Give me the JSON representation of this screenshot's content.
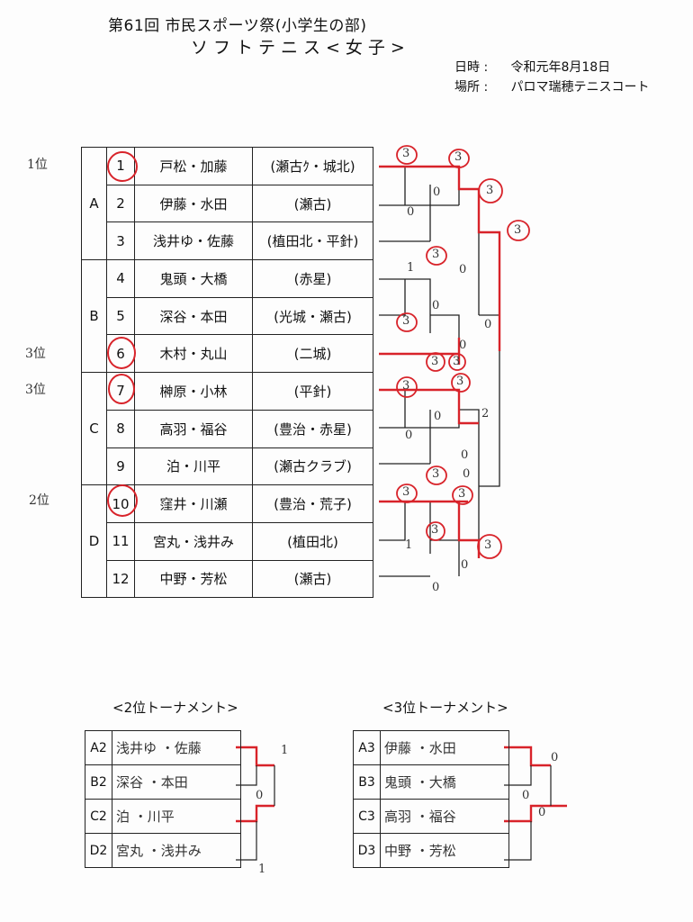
{
  "header": {
    "title_line1": "第61回  市民スポーツ祭(小学生の部)",
    "title_line2": "ソフトテニス<女子>",
    "date_label": "日時 :",
    "date_value": "令和元年8月18日",
    "place_label": "場所 :",
    "place_value": "パロマ瑞穂テニスコート"
  },
  "rank_notes": {
    "first": "1位",
    "third_a": "3位",
    "third_b": "3位",
    "second": "2位"
  },
  "groups": [
    "A",
    "B",
    "C",
    "D"
  ],
  "players": [
    {
      "num": "1",
      "names": "戸松・加藤",
      "school": "(瀬古ｸ・城北)",
      "circled": true
    },
    {
      "num": "2",
      "names": "伊藤・水田",
      "school": "(瀬古)",
      "circled": false
    },
    {
      "num": "3",
      "names": "浅井ゆ・佐藤",
      "school": "(植田北・平針)",
      "circled": false
    },
    {
      "num": "4",
      "names": "鬼頭・大橋",
      "school": "(赤星)",
      "circled": false
    },
    {
      "num": "5",
      "names": "深谷・本田",
      "school": "(光城・瀬古)",
      "circled": false
    },
    {
      "num": "6",
      "names": "木村・丸山",
      "school": "(二城)",
      "circled": true
    },
    {
      "num": "7",
      "names": "榊原・小林",
      "school": "(平針)",
      "circled": true
    },
    {
      "num": "8",
      "names": "高羽・福谷",
      "school": "(豊治・赤星)",
      "circled": false
    },
    {
      "num": "9",
      "names": "泊・川平",
      "school": "(瀬古クラブ)",
      "circled": false
    },
    {
      "num": "10",
      "names": "窪井・川瀬",
      "school": "(豊治・荒子)",
      "circled": true
    },
    {
      "num": "11",
      "names": "宮丸・浅井み",
      "school": "(植田北)",
      "circled": false
    },
    {
      "num": "12",
      "names": "中野・芳松",
      "school": "(瀬古)",
      "circled": false
    }
  ],
  "scores": {
    "s1": "3",
    "s2": "3",
    "s3": "0",
    "s4": "0",
    "s5": "3",
    "s6": "3",
    "s7": "3",
    "s8": "1",
    "s9": "0",
    "s10": "0",
    "s11": "3",
    "s12": "0",
    "s13": "0",
    "s14": "3",
    "s15": "3",
    "s16": "3",
    "s17": "3",
    "s18": "0",
    "s19": "2",
    "s20": "0",
    "s21": "0",
    "s22": "3",
    "s23": "0",
    "s24": "3",
    "s25": "3",
    "s26": "3",
    "s27": "1",
    "s28": "3",
    "s29": "0",
    "s30": "0"
  },
  "second_tournament": {
    "title": "<2位トーナメント>",
    "rows": [
      {
        "label": "A2",
        "names": "浅井ゆ ・佐藤"
      },
      {
        "label": "B2",
        "names": "深谷 ・本田"
      },
      {
        "label": "C2",
        "names": "泊  ・川平"
      },
      {
        "label": "D2",
        "names": "宮丸 ・浅井み"
      }
    ],
    "scores": {
      "a": "1",
      "b": "0",
      "c": "1"
    }
  },
  "third_tournament": {
    "title": "<3位トーナメント>",
    "rows": [
      {
        "label": "A3",
        "names": "伊藤 ・水田"
      },
      {
        "label": "B3",
        "names": "鬼頭 ・大橋"
      },
      {
        "label": "C3",
        "names": "高羽 ・福谷"
      },
      {
        "label": "D3",
        "names": "中野 ・芳松"
      }
    ],
    "scores": {
      "a": "0",
      "b": "0",
      "c": "0"
    }
  },
  "colors": {
    "ink": "#222222",
    "red_marker": "#d8232a"
  }
}
